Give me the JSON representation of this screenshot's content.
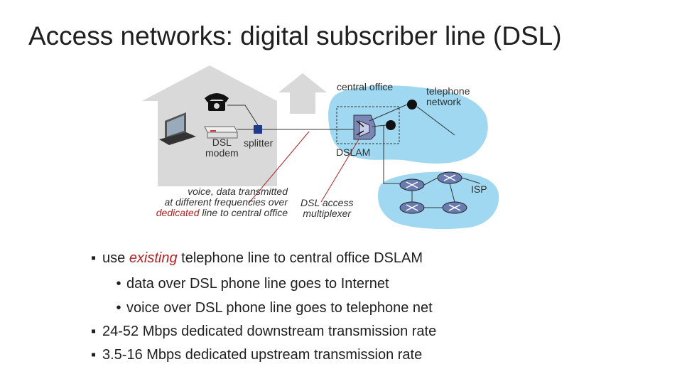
{
  "title": "Access networks: digital subscriber line (DSL)",
  "labels": {
    "central_office": "central office",
    "telephone_network": "telephone\nnetwork",
    "dsl_modem": "DSL\nmodem",
    "splitter": "splitter",
    "dslam": "DSLAM",
    "isp": "ISP",
    "voice_data_1": "voice, data transmitted",
    "voice_data_2": "at different frequencies over",
    "voice_data_3a": "dedicated",
    "voice_data_3b": " line to central office",
    "dsl_access_1": "DSL access",
    "dsl_access_2": "multiplexer"
  },
  "bullets": {
    "b1_pre": "use ",
    "b1_em": "existing",
    "b1_post": " telephone line to central office DSLAM",
    "b1_sub1": "data over DSL phone line goes to Internet",
    "b1_sub2": "voice over DSL phone line goes to telephone net",
    "b2": "24-52 Mbps dedicated downstream transmission rate",
    "b3": "3.5-16 Mbps dedicated upstream transmission rate"
  },
  "colors": {
    "house": "#d9d9d9",
    "cloud": "#9fd8f0",
    "emphasis": "#b22222"
  }
}
